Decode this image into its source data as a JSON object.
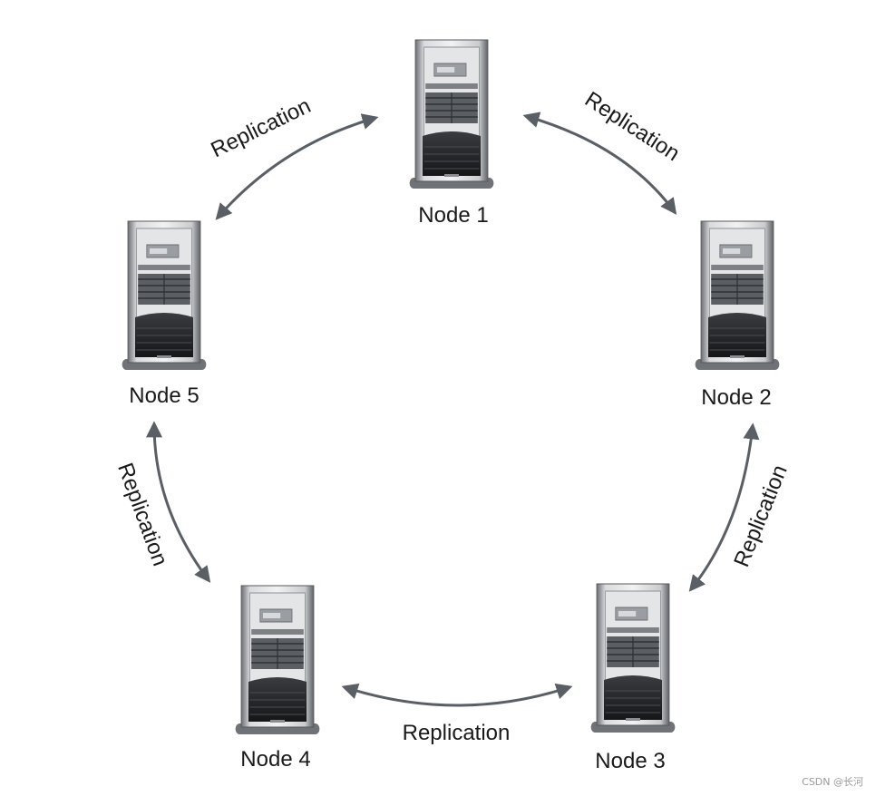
{
  "diagram": {
    "nodes": [
      {
        "id": "node-1",
        "label": "Node 1"
      },
      {
        "id": "node-2",
        "label": "Node 2"
      },
      {
        "id": "node-3",
        "label": "Node 3"
      },
      {
        "id": "node-4",
        "label": "Node 4"
      },
      {
        "id": "node-5",
        "label": "Node 5"
      }
    ],
    "edges": [
      {
        "from": "node-5",
        "to": "node-1",
        "label": "Replication",
        "bidirectional": true
      },
      {
        "from": "node-1",
        "to": "node-2",
        "label": "Replication",
        "bidirectional": true
      },
      {
        "from": "node-2",
        "to": "node-3",
        "label": "Replication",
        "bidirectional": true
      },
      {
        "from": "node-3",
        "to": "node-4",
        "label": "Replication",
        "bidirectional": true
      },
      {
        "from": "node-4",
        "to": "node-5",
        "label": "Replication",
        "bidirectional": true
      }
    ],
    "node_icon": "server-tower-icon",
    "arrow_color": "#5a5f66"
  },
  "watermark": "CSDN @长河"
}
